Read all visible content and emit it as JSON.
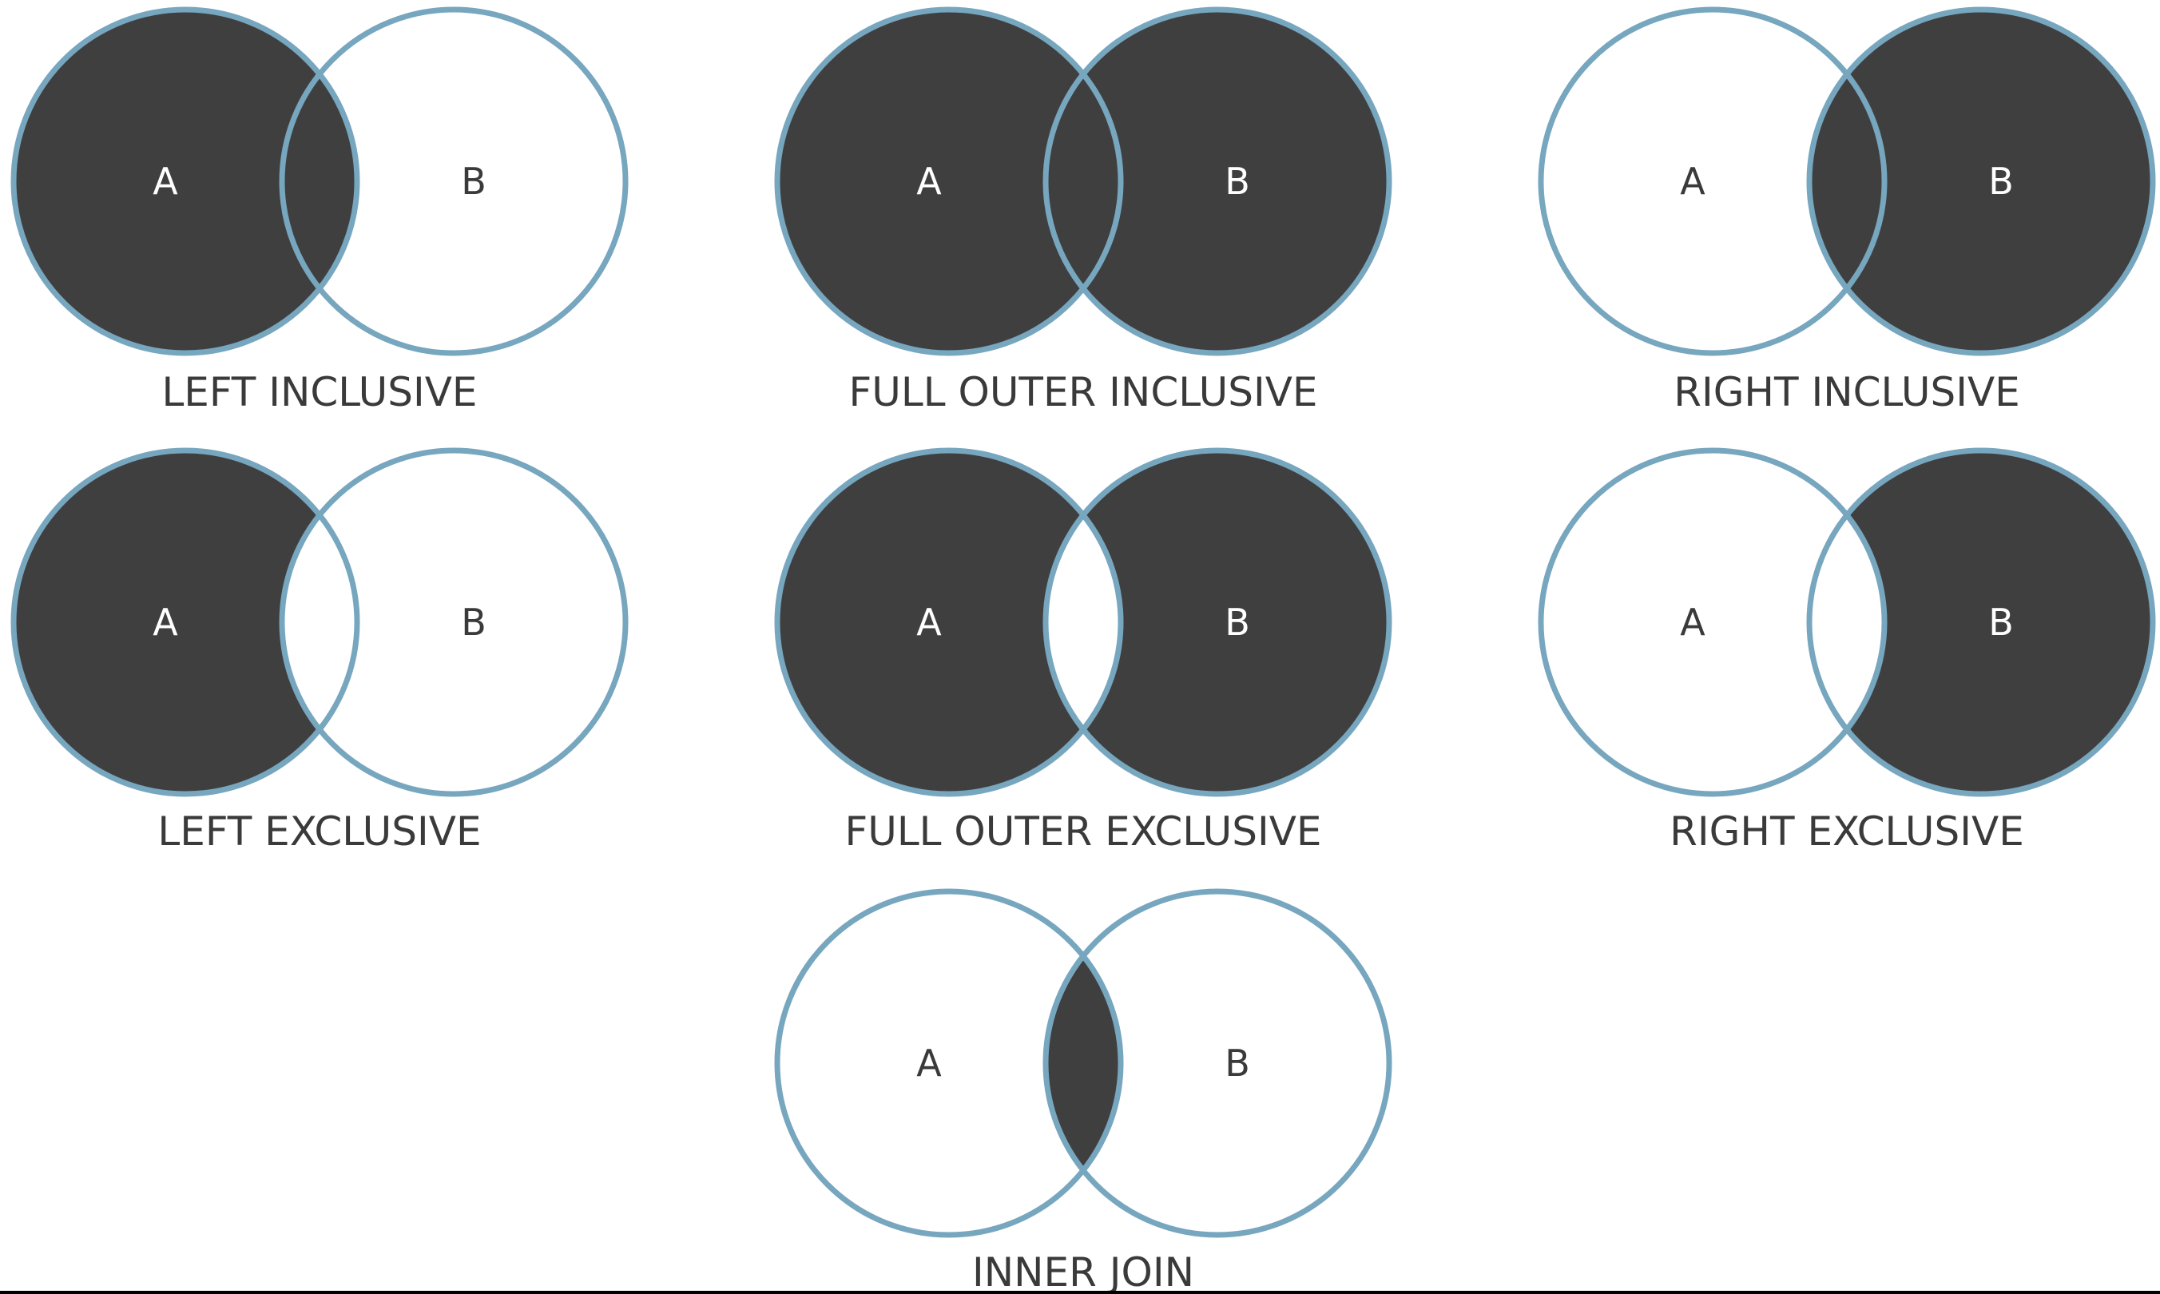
{
  "colors": {
    "fill": "#3f3f3f",
    "outline": "#77a6bf",
    "letter_on_fill": "#ffffff",
    "letter_on_blank": "#3a3a3a",
    "caption": "#3a3a3a",
    "background": "#ffffff"
  },
  "diagrams": [
    {
      "caption": "LEFT INCLUSIVE",
      "left_label": "A",
      "right_label": "B",
      "shade_a_only": true,
      "shade_overlap": true,
      "shade_b_only": false
    },
    {
      "caption": "FULL OUTER INCLUSIVE",
      "left_label": "A",
      "right_label": "B",
      "shade_a_only": true,
      "shade_overlap": true,
      "shade_b_only": true
    },
    {
      "caption": "RIGHT INCLUSIVE",
      "left_label": "A",
      "right_label": "B",
      "shade_a_only": false,
      "shade_overlap": true,
      "shade_b_only": true
    },
    {
      "caption": "LEFT EXCLUSIVE",
      "left_label": "A",
      "right_label": "B",
      "shade_a_only": true,
      "shade_overlap": false,
      "shade_b_only": false
    },
    {
      "caption": "FULL OUTER EXCLUSIVE",
      "left_label": "A",
      "right_label": "B",
      "shade_a_only": true,
      "shade_overlap": false,
      "shade_b_only": true
    },
    {
      "caption": "RIGHT EXCLUSIVE",
      "left_label": "A",
      "right_label": "B",
      "shade_a_only": false,
      "shade_overlap": false,
      "shade_b_only": true
    },
    {
      "caption": "INNER JOIN",
      "left_label": "A",
      "right_label": "B",
      "shade_a_only": false,
      "shade_overlap": true,
      "shade_b_only": false
    }
  ]
}
